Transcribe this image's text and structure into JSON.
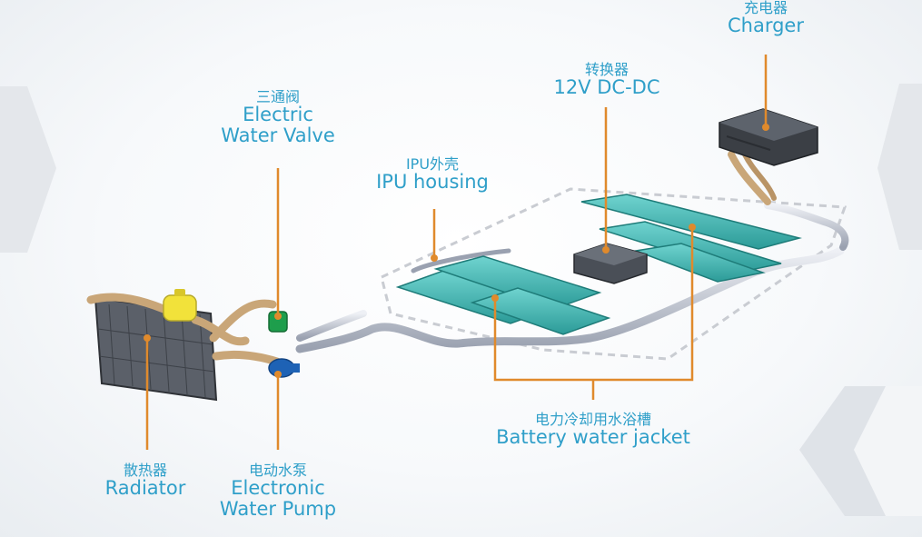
{
  "colors": {
    "label": "#2f9fc9",
    "leader": "#e08a2c",
    "pipe": "#c7ccd6",
    "hose": "#c9a678",
    "plate": "#3fb6b3",
    "device": "#3b3f45",
    "tank": "#f2e23a",
    "valve": "#1e9e4c",
    "pump": "#1e62b5"
  },
  "labels": {
    "charger": {
      "zh": "充电器",
      "en": "Charger"
    },
    "dcdc": {
      "zh": "转换器",
      "en": "12V DC-DC"
    },
    "valve": {
      "zh": "三通阀",
      "en1": "Electric",
      "en2": "Water Valve"
    },
    "ipu": {
      "zh": "IPU外壳",
      "en": "IPU housing"
    },
    "jacket": {
      "zh": "电力冷却用水浴槽",
      "en": "Battery water jacket"
    },
    "radiator": {
      "zh": "散热器",
      "en": "Radiator"
    },
    "pump": {
      "zh": "电动水泵",
      "en1": "Electronic",
      "en2": "Water Pump"
    }
  }
}
